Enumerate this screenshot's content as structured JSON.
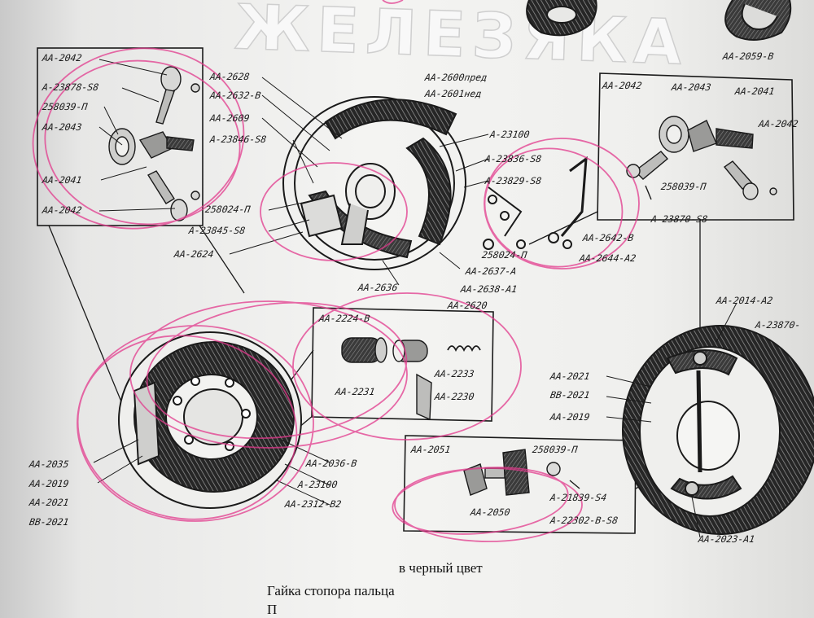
{
  "watermark": "ЖЕЛЕЗЯКА",
  "labels": {
    "tl_2042a": "АА-2042",
    "tl_23878": "А-23878-S8",
    "tl_258039": "258039-П",
    "tl_2043": "АА-2043",
    "tl_2041": "АА-2041",
    "tl_2042b": "АА-2042",
    "tc_2628": "АА-2628",
    "tc_2632": "АА-2632-В",
    "tc_2609": "АА-2609",
    "tc_23846": "А-23846-S8",
    "tc_258024": "258024-П",
    "tc_23845": "А-23845-S8",
    "tc_2624": "АА-2624",
    "tc_2600": "АА-2600пред",
    "tc_2601": "АА-2601нед",
    "tc_23100": "А-23100",
    "tc_23836": "А-23836-S8",
    "tc_23829": "А-23829-S8",
    "tc_258024b": "258024-П",
    "tc_2637": "АА-2637-А",
    "tc_2638": "АА-2638-А1",
    "tc_2636": "АА-2636",
    "tc_2620": "АА-2620",
    "tc_2642": "АА-2642-В",
    "tc_2644": "АА-2644-А2",
    "tr_2059": "АА-2059-В",
    "tr_2042": "АА-2042",
    "tr_2043": "АА-2043",
    "tr_2041": "АА-2041",
    "tr_2042b": "АА-2042",
    "tr_258039": "258039-П",
    "tr_23870": "А-23870-S8",
    "mc_2224": "АА-2224-В",
    "mc_2233": "АА-2233",
    "mc_2231": "АА-2231",
    "mc_2230": "АА-2230",
    "bl_2035": "АА-2035",
    "bl_2019": "АА-2019",
    "bl_2021a": "АА-2021",
    "bl_2021b": "ВВ-2021",
    "bl_2036": "АА-2036-В",
    "bl_23100": "А-23100",
    "bl_2312": "АА-2312-В2",
    "br_2014": "АА-2014-А2",
    "br_23870": "А-23870-",
    "br_2021a": "АА-2021",
    "br_2021b": "ВВ-2021",
    "br_2019": "АА-2019",
    "br_2023": "АА-2023-А1",
    "bc_2051": "АА-2051",
    "bc_258039": "258039-П",
    "bc_2050": "АА-2050",
    "bc_21839": "А-21839-S4",
    "bc_22302": "А-22302-В-S8"
  },
  "caption": {
    "line1": "в черный цвет",
    "line2": "Гайка стопора пальца",
    "line3": "П"
  },
  "colors": {
    "ink": "#1a1a1a",
    "marker": "#e23a8d",
    "paper": "#f2f2f0"
  }
}
